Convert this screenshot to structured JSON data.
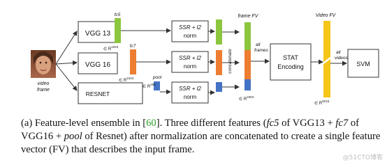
{
  "input": {
    "label_line1": "video",
    "label_line2": "frame"
  },
  "cnns": {
    "vgg13": {
      "label": "VGG 13",
      "layer": "fc5",
      "dim_base": "∈ R",
      "dim_exp": "1024"
    },
    "vgg16": {
      "label": "VGG 16",
      "layer": "fc7",
      "dim_base": "∈ R",
      "dim_exp": "1024"
    },
    "resnet": {
      "label": "RESNET",
      "layer": "pool",
      "dim_base": "∈ R",
      "dim_exp": "256"
    }
  },
  "norm_box": {
    "line1": "SSR + l2",
    "line2": "norm"
  },
  "concat": {
    "title": "frame FV",
    "side_label": "concatenate",
    "dim_base": "∈ R",
    "dim_exp": "2304"
  },
  "all_frames": {
    "line1": "all",
    "line2": "frames"
  },
  "stat": {
    "line1": "STAT",
    "line2": "Encoding"
  },
  "video_fv": {
    "title": "Video FV",
    "dim_base": "∈ R",
    "dim_exp": "9216"
  },
  "all_videos": {
    "line1": "all",
    "line2": "videos"
  },
  "svm": {
    "label": "SVM"
  },
  "caption": {
    "part1": "(a) Feature-level ensemble in [",
    "ref": "60",
    "part2": "]. Three different features (",
    "feat1": "fc5",
    "part3": " of VGG13 + ",
    "feat2": "fc7",
    "part4": " of VGG16 + ",
    "feat3": "pool",
    "part5": " of Resnet) after normalization are concatenated to create a single feature vector (FV) that describes the input frame."
  },
  "watermark": "@51CTO博客",
  "colors": {
    "vgg13": "#8cc63f",
    "vgg16": "#ed7d31",
    "resnet": "#4472c4",
    "video_fv": "#f5c518",
    "face_skin": "#c98b6a",
    "face_hair": "#4a2a1a"
  }
}
